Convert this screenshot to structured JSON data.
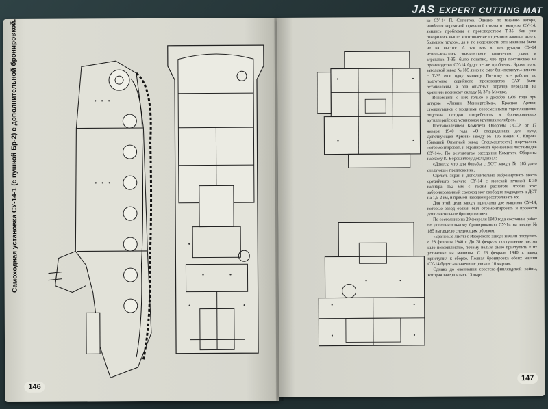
{
  "mat": {
    "brand_big": "JAS",
    "brand_text": "EXPERT CUTTING MAT"
  },
  "left_page": {
    "caption": "Самоходная установка СУ-14-1 (с пушкой Бр-2) с дополнительной бронировкой.",
    "page_number": "146"
  },
  "right_page": {
    "page_number": "147",
    "paragraphs": [
      "ко СУ-14 П. Сятинтов. Однако, по мнению автора, наиболее вероятной причиной отказа от выпуска СУ-14, явились проблемы с производством Т-35. Как уже говорилось выше, изготовление «трехпятиглавого» шло с большим трудом, да и по надежности эти машины были не на высоте. А так как в конструкции СУ-14 использовалось значительное количество узлов и агрегатов Т-35, было понятно, что при постановке на производство СУ-14 будут те же проблемы. Кроме того, заводской завод № 185 явно не смог бы «потянуть» вместе с Т-35 еще одну машину. Поэтому все работы по подготовке серийного производства САУ были остановлены, а оба опытных образца передали на хранение военному складу № 37 в Москве.",
      "Вспомнили о них только в декабре 1939 года при штурме «Линии Маннергейма». Красная Армия, столкнувшись с мощными современными укреплениями, ощутила острую потребность в бронированных артиллерийских установках крупных калибров.",
      "Постановлением Комитета Обороны СССР от 17 января 1940 года «О спецзаданиях для нужд Действующей Армии» заводу № 185 имени С. Кирова (бывший Опытный завод Спецмашгреста) поручалось «отремонтировать и экранировать броневыми листами две СУ-14». По результатам заседания Комитета Обороны наркому К. Ворошилову докладывал:",
      "«Донесу, что для борьбы с ДОТ заводу № 185 дано следующее предложение.",
      "Сделать экран и дополнительно забронировать место орудийного расчета СУ-14 с морской пушкой Б-30 калибра 152 мм с таким расчетом, чтобы этот забронированный самоход мог свободно подходить к ДОТ на 1,5-2 км, и прямой наводкой расстреливать их.",
      "Для этой цели заводу присланы две машины СУ-14, которые завод обязан был отремонтировать и провести дополнительное бронирование».",
      "По состоянию на 29 февраля 1940 года состояние работ по дополнительному бронированию СУ-14 на заводе № 185 выглядело следующим образом.",
      "«Броневые листы с Ижорского завода начали поступать с 23 февраля 1940 г. До 28 февраля поступление листов шло некомплектно, почему нельзя было приступить к их установке на машины. С 28 февраля 1940 г. завод приступил к сборке. Полная бронировка обеих машин СУ-14 будет закончена не раньше 10 марта».",
      "Однако до окончания советско-финляндской войны, которая завершилась 13 мар-"
    ]
  }
}
